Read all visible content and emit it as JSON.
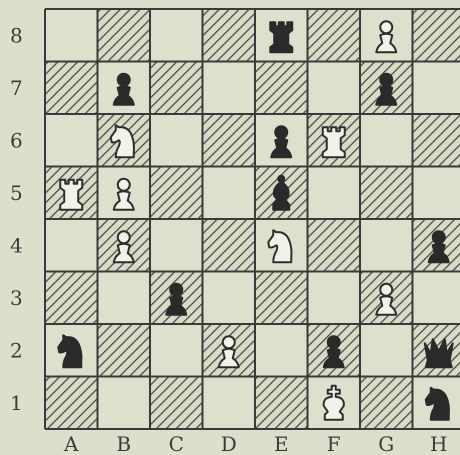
{
  "colors": {
    "background": "#dcdfcb",
    "light_square": "#dde0cc",
    "hatch_line": "#4a4a4a",
    "grid_line": "#3a3a3a",
    "black_piece": "#2a2a2a",
    "white_piece": "#f2f2ea"
  },
  "board": {
    "files": [
      "A",
      "B",
      "C",
      "D",
      "E",
      "F",
      "G",
      "H"
    ],
    "ranks": [
      "8",
      "7",
      "6",
      "5",
      "4",
      "3",
      "2",
      "1"
    ],
    "pieces": [
      {
        "square": "E8",
        "type": "rook",
        "color": "black"
      },
      {
        "square": "G8",
        "type": "pawn",
        "color": "white"
      },
      {
        "square": "B7",
        "type": "pawn",
        "color": "black"
      },
      {
        "square": "G7",
        "type": "pawn",
        "color": "black"
      },
      {
        "square": "B6",
        "type": "knight",
        "color": "white"
      },
      {
        "square": "E6",
        "type": "pawn",
        "color": "black"
      },
      {
        "square": "F6",
        "type": "rook",
        "color": "white"
      },
      {
        "square": "A5",
        "type": "rook",
        "color": "white"
      },
      {
        "square": "B5",
        "type": "pawn",
        "color": "white"
      },
      {
        "square": "E5",
        "type": "bishop",
        "color": "black"
      },
      {
        "square": "B4",
        "type": "pawn",
        "color": "white"
      },
      {
        "square": "E4",
        "type": "knight",
        "color": "white"
      },
      {
        "square": "H4",
        "type": "pawn",
        "color": "black"
      },
      {
        "square": "C3",
        "type": "pawn",
        "color": "black"
      },
      {
        "square": "G3",
        "type": "pawn",
        "color": "white"
      },
      {
        "square": "A2",
        "type": "knight",
        "color": "black"
      },
      {
        "square": "D2",
        "type": "pawn",
        "color": "white"
      },
      {
        "square": "F2",
        "type": "pawn",
        "color": "black"
      },
      {
        "square": "H2",
        "type": "queen",
        "color": "black"
      },
      {
        "square": "F1",
        "type": "king",
        "color": "white"
      },
      {
        "square": "H1",
        "type": "knight",
        "color": "black"
      }
    ]
  }
}
